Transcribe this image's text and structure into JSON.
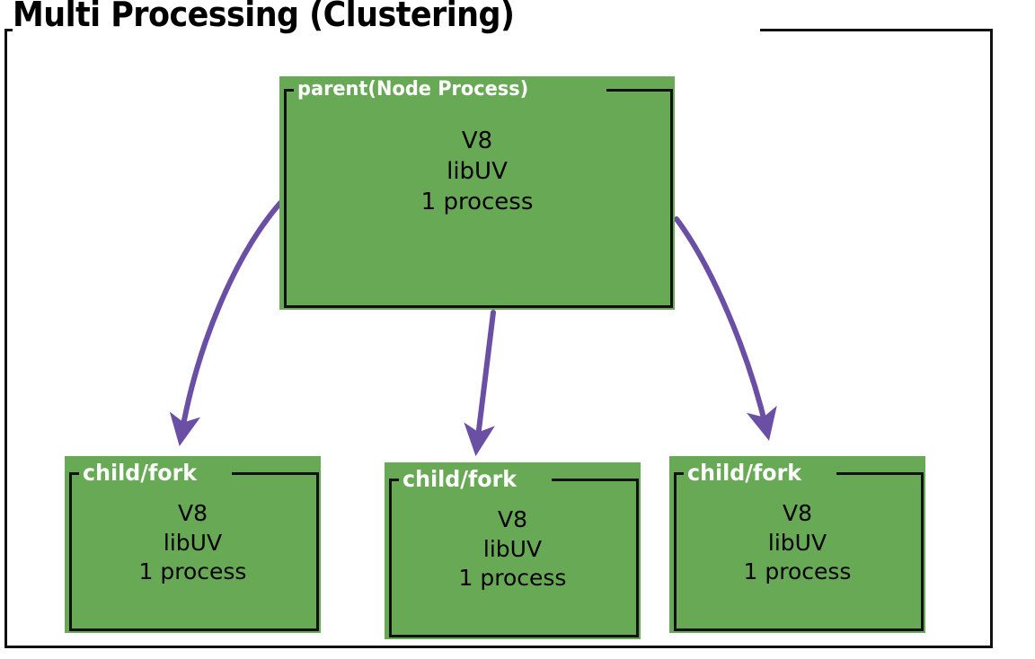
{
  "diagram": {
    "title": "Multi Processing (Clustering)",
    "colors": {
      "box_fill": "#67a954",
      "box_border": "#111111",
      "arrow": "#6a4fa5",
      "label_text": "#ffffff",
      "body_text": "#000000",
      "background": "#ffffff"
    },
    "parent": {
      "label": "parent(Node Process)",
      "body": "V8\nlibUV\n1 process"
    },
    "children": [
      {
        "label": "child/fork",
        "body": "V8\nlibUV\n1 process"
      },
      {
        "label": "child/fork",
        "body": "V8\nlibUV\n1 process"
      },
      {
        "label": "child/fork",
        "body": "V8\nlibUV\n1 process"
      }
    ],
    "arrows": [
      {
        "name": "parent-to-child-left",
        "from": "parent",
        "to": "child/fork (left)"
      },
      {
        "name": "parent-to-child-middle",
        "from": "parent",
        "to": "child/fork (middle)"
      },
      {
        "name": "parent-to-child-right",
        "from": "parent",
        "to": "child/fork (right)"
      }
    ]
  }
}
